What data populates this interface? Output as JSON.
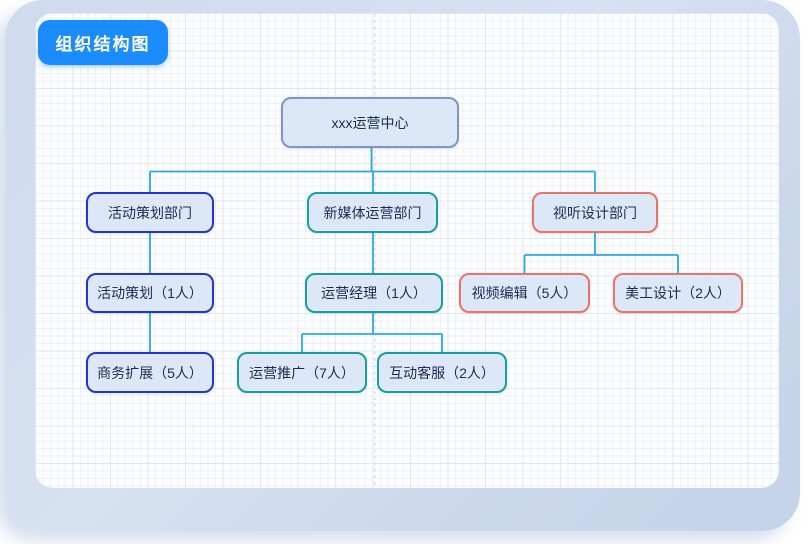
{
  "title_badge": "组织结构图",
  "palette": {
    "badge_blue": "#1b8cfe",
    "root_border": "#7e95c6",
    "blue_branch_border": "#2334d0",
    "teal_branch_border": "#17a09a",
    "salmon_branch_border": "#ea7366",
    "node_fill": "#dce8f8",
    "connector_blue": "#2ea7e6",
    "node_text": "#1c2b4e",
    "page_band": "#ccd9ec"
  },
  "org": {
    "root": {
      "label": "xxx运营中心"
    },
    "departments": [
      {
        "label": "活动策划部门",
        "branch_color": "#2334d0",
        "children": [
          {
            "label": "活动策划（1人）",
            "children": [
              {
                "label": "商务扩展（5人）"
              }
            ]
          }
        ]
      },
      {
        "label": "新媒体运营部门",
        "branch_color": "#17a09a",
        "children": [
          {
            "label": "运营经理（1人）",
            "children": [
              {
                "label": "运营推广（7人）"
              },
              {
                "label": "互动客服（2人）"
              }
            ]
          }
        ]
      },
      {
        "label": "视听设计部门",
        "branch_color": "#ea7366",
        "children": [
          {
            "label": "视频编辑（5人）"
          },
          {
            "label": "美工设计（2人）"
          }
        ]
      }
    ]
  }
}
